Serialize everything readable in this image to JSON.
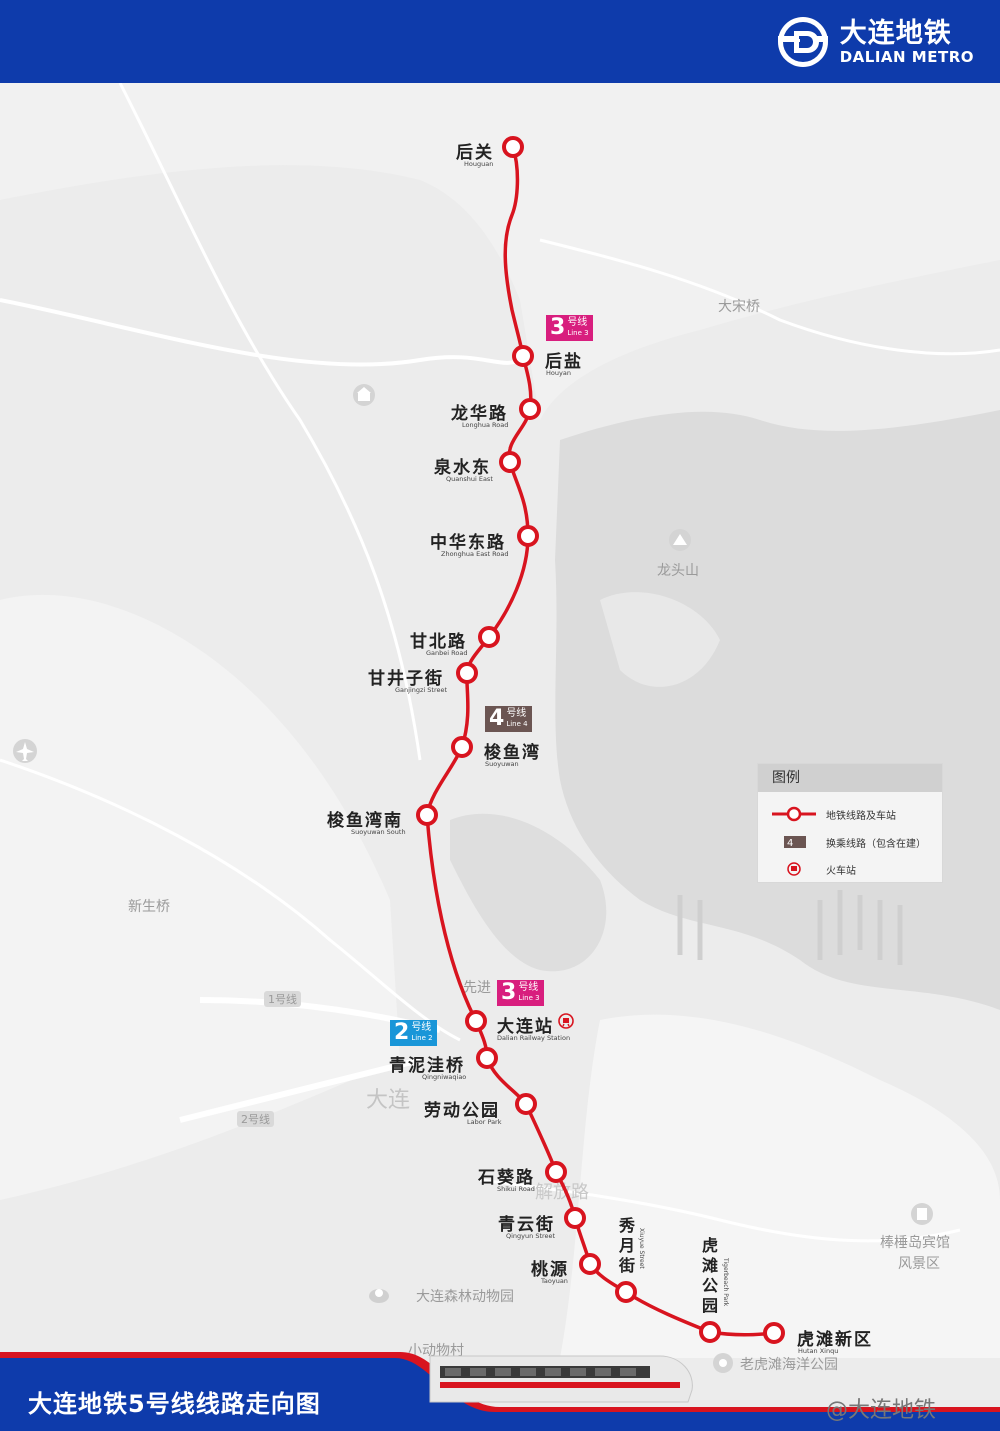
{
  "header": {
    "logo_cn": "大连地铁",
    "logo_en": "DALIAN METRO",
    "bg_color": "#0e3bab"
  },
  "line": {
    "color": "#d8141f"
  },
  "stations": [
    {
      "cn": "后关",
      "en": "Houguan"
    },
    {
      "cn": "后盐",
      "en": "Houyan"
    },
    {
      "cn": "龙华路",
      "en": "Longhua Road"
    },
    {
      "cn": "泉水东",
      "en": "Quanshui East"
    },
    {
      "cn": "中华东路",
      "en": "Zhonghua East Road"
    },
    {
      "cn": "甘北路",
      "en": "Ganbei Road"
    },
    {
      "cn": "甘井子街",
      "en": "Ganjingzi Street"
    },
    {
      "cn": "梭鱼湾",
      "en": "Suoyuwan"
    },
    {
      "cn": "梭鱼湾南",
      "en": "Suoyuwan South"
    },
    {
      "cn": "大连站",
      "en": "Dalian Railway Station"
    },
    {
      "cn": "青泥洼桥",
      "en": "Qingniwaqiao"
    },
    {
      "cn": "劳动公园",
      "en": "Labor Park"
    },
    {
      "cn": "石葵路",
      "en": "Shikui Road"
    },
    {
      "cn": "青云街",
      "en": "Qingyun Street"
    },
    {
      "cn": "桃源",
      "en": "Taoyuan"
    },
    {
      "cn": "秀月街",
      "en": "Xiuyue Street"
    },
    {
      "cn": "虎滩公园",
      "en": "Tigerbeach Park"
    },
    {
      "cn": "虎滩新区",
      "en": "Hutan Xinqu"
    }
  ],
  "transfers": [
    {
      "num": "3",
      "zh": "号线",
      "en": "Line 3",
      "color": "#d81e7e"
    },
    {
      "num": "4",
      "zh": "号线",
      "en": "Line 4",
      "color": "#6b5552"
    },
    {
      "num": "3",
      "zh": "号线",
      "en": "Line 3",
      "color": "#d81e7e"
    },
    {
      "num": "2",
      "zh": "号线",
      "en": "Line 2",
      "color": "#1996d8"
    }
  ],
  "places": [
    {
      "name": "大宋桥"
    },
    {
      "name": "龙头山"
    },
    {
      "name": "新生桥"
    },
    {
      "name": "先进"
    },
    {
      "name": "1号线"
    },
    {
      "name": "2号线"
    },
    {
      "name": "大连"
    },
    {
      "name": "解放路"
    },
    {
      "name": "棒棰岛宾馆"
    },
    {
      "name": "风景区"
    },
    {
      "name": "大连森林动物园"
    },
    {
      "name": "小动物村"
    },
    {
      "name": "老虎滩海洋公园"
    }
  ],
  "legend": {
    "title": "图例",
    "items": [
      "地铁线路及车站",
      "换乘线路（包含在建）",
      "火车站"
    ]
  },
  "footer": {
    "title": "大连地铁5号线线路走向图",
    "watermark": "@大连地铁",
    "bg_color": "#0e3bab",
    "accent_color": "#d8141f"
  }
}
